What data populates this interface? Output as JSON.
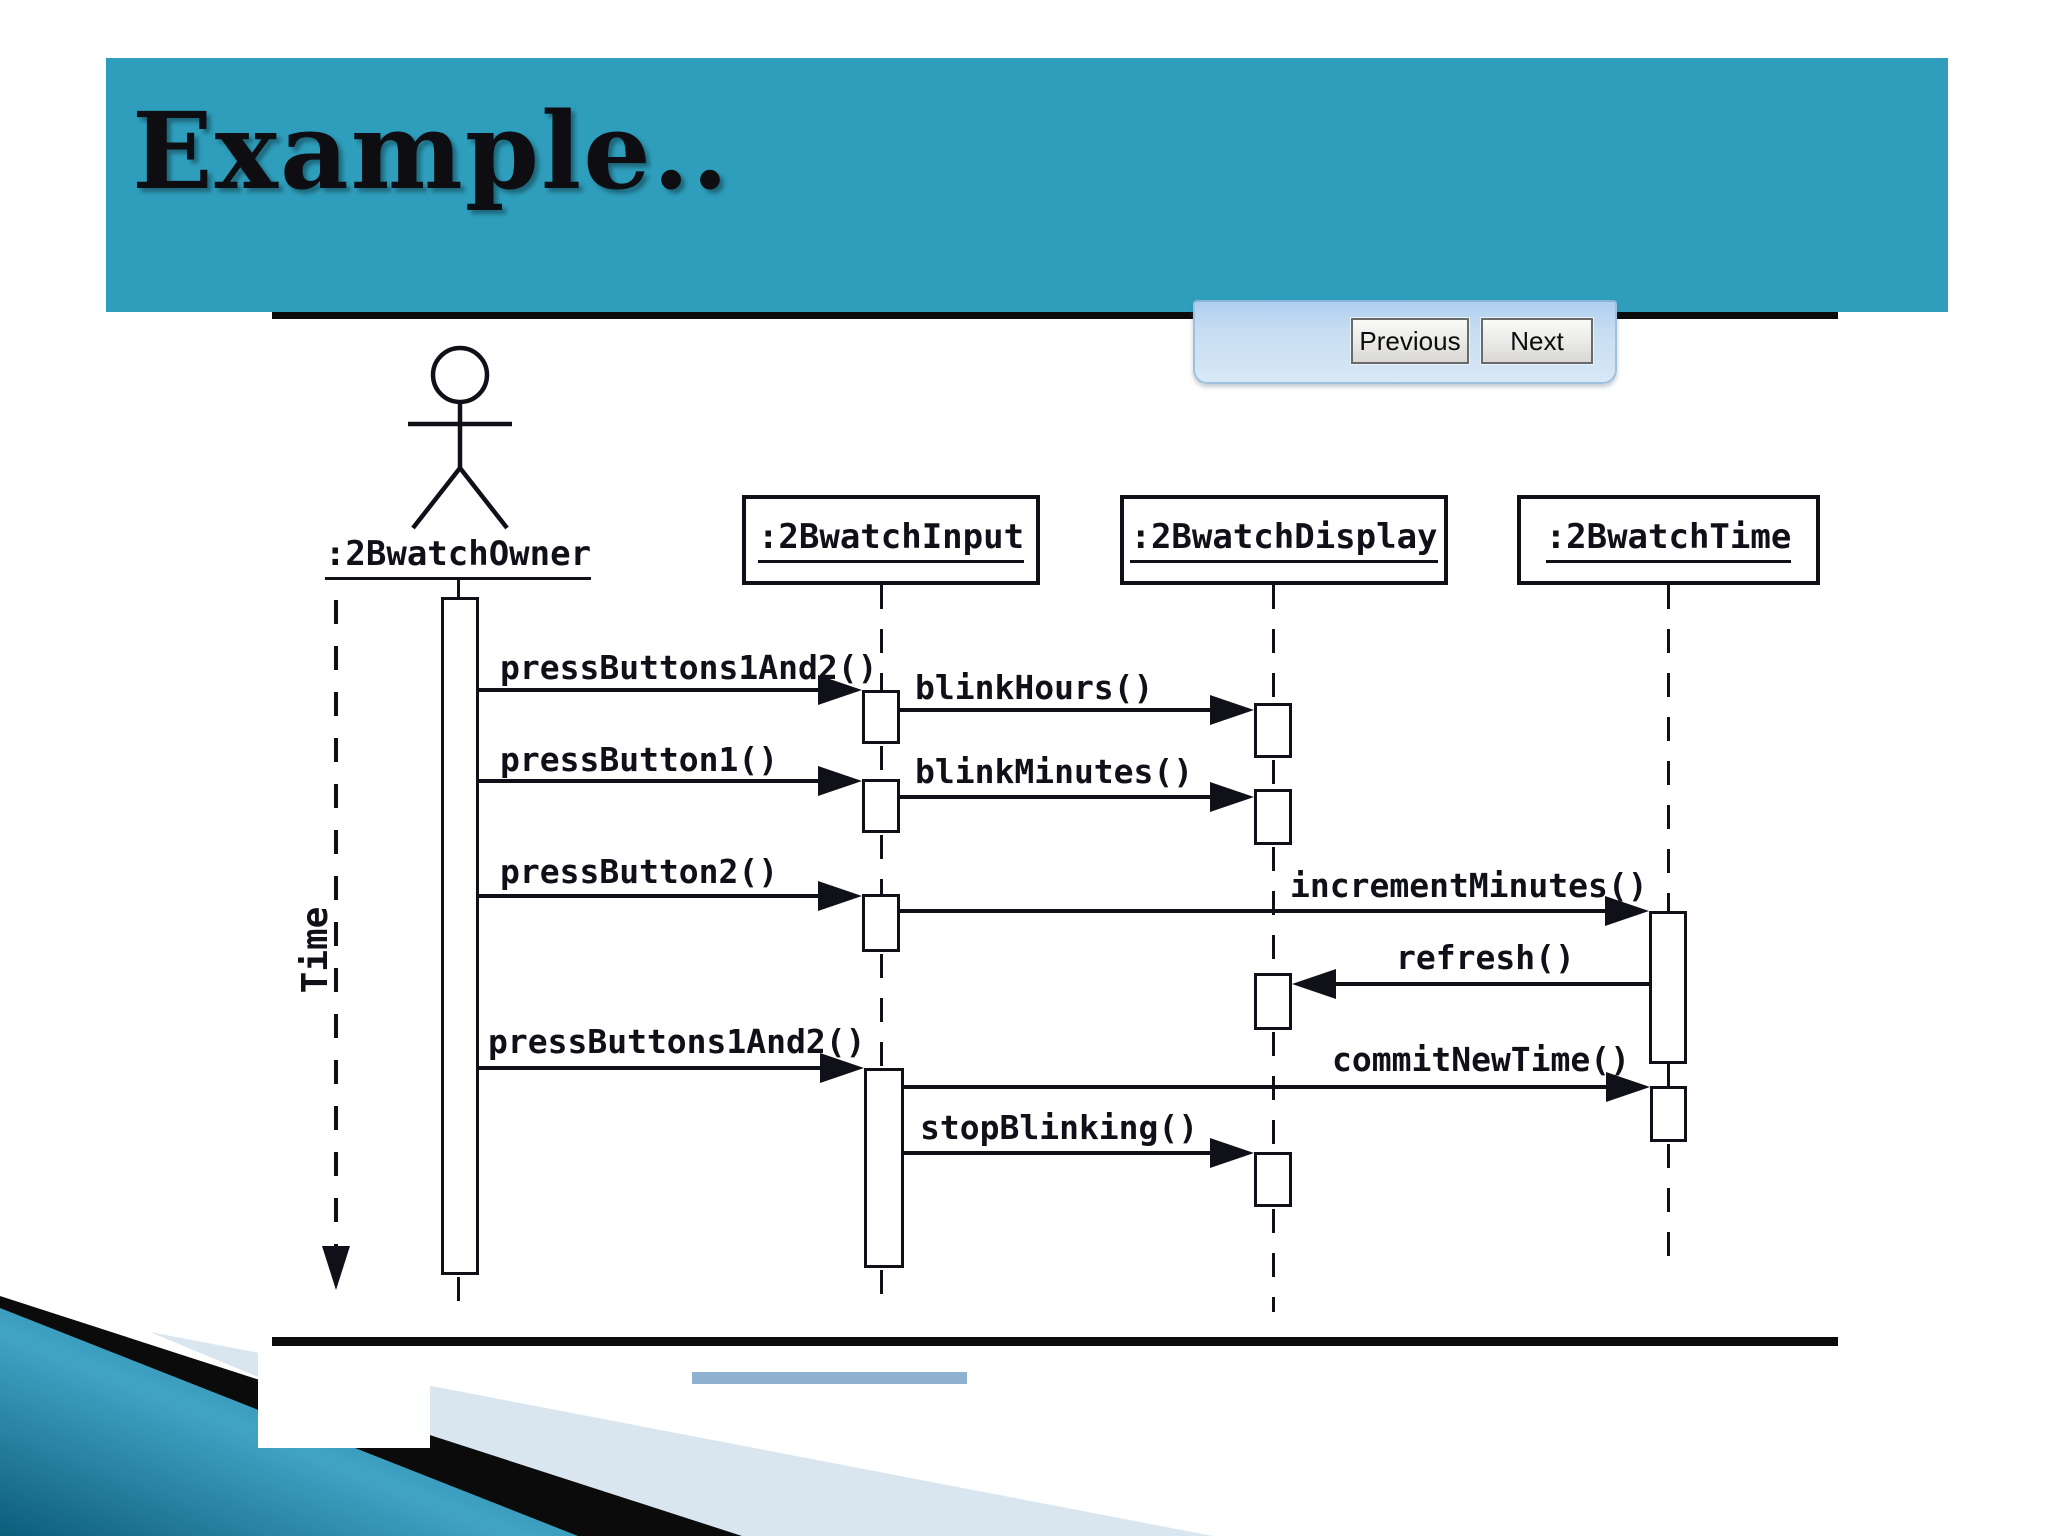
{
  "slide": {
    "title": "Example.."
  },
  "nav": {
    "previous_label": "Previous",
    "next_label": "Next"
  },
  "diagram": {
    "type": "uml-sequence",
    "time_axis_label": "Time",
    "actor": {
      "label": ":2BwatchOwner"
    },
    "objects": [
      {
        "label": ":2BwatchInput"
      },
      {
        "label": ":2BwatchDisplay"
      },
      {
        "label": ":2BwatchTime"
      }
    ],
    "messages": [
      {
        "label": "pressButtons1And2()",
        "from": ":2BwatchOwner",
        "to": ":2BwatchInput",
        "direction": "right"
      },
      {
        "label": "blinkHours()",
        "from": ":2BwatchInput",
        "to": ":2BwatchDisplay",
        "direction": "right"
      },
      {
        "label": "pressButton1()",
        "from": ":2BwatchOwner",
        "to": ":2BwatchInput",
        "direction": "right"
      },
      {
        "label": "blinkMinutes()",
        "from": ":2BwatchInput",
        "to": ":2BwatchDisplay",
        "direction": "right"
      },
      {
        "label": "pressButton2()",
        "from": ":2BwatchOwner",
        "to": ":2BwatchInput",
        "direction": "right"
      },
      {
        "label": "incrementMinutes()",
        "from": ":2BwatchInput",
        "to": ":2BwatchTime",
        "direction": "right"
      },
      {
        "label": "refresh()",
        "from": ":2BwatchTime",
        "to": ":2BwatchDisplay",
        "direction": "left"
      },
      {
        "label": "pressButtons1And2()",
        "from": ":2BwatchOwner",
        "to": ":2BwatchInput",
        "direction": "right"
      },
      {
        "label": "commitNewTime()",
        "from": ":2BwatchInput",
        "to": ":2BwatchTime",
        "direction": "right"
      },
      {
        "label": "stopBlinking()",
        "from": ":2BwatchInput",
        "to": ":2BwatchDisplay",
        "direction": "right"
      }
    ]
  },
  "colors": {
    "header_teal": "#2E9EBC",
    "band_teal_dark": "#0d5d7b",
    "band_teal_light": "#4fb4d6",
    "band_black": "#0b0b0b",
    "band_light_blue": "#d9e6f0",
    "accent_bar_blue": "#8fb2d1",
    "diagram_ink": "#101018"
  }
}
